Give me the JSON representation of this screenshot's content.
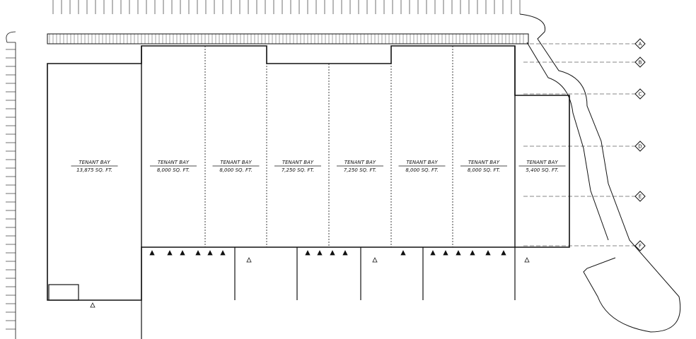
{
  "plan": {
    "bays": [
      {
        "title": "TENANT BAY",
        "area": "13,875 SQ. FT."
      },
      {
        "title": "TENANT BAY",
        "area": "8,000 SQ. FT."
      },
      {
        "title": "TENANT BAY",
        "area": "8,000 SQ. FT."
      },
      {
        "title": "TENANT BAY",
        "area": "7,250 SQ. FT."
      },
      {
        "title": "TENANT BAY",
        "area": "7,250 SQ. FT."
      },
      {
        "title": "TENANT BAY",
        "area": "8,000 SQ. FT."
      },
      {
        "title": "TENANT BAY",
        "area": "8,000 SQ. FT."
      },
      {
        "title": "TENANT BAY",
        "area": "5,400 SQ. FT."
      }
    ],
    "grid_lines": [
      "A",
      "B",
      "C",
      "D",
      "E",
      "F"
    ],
    "line_color": "#111111"
  }
}
